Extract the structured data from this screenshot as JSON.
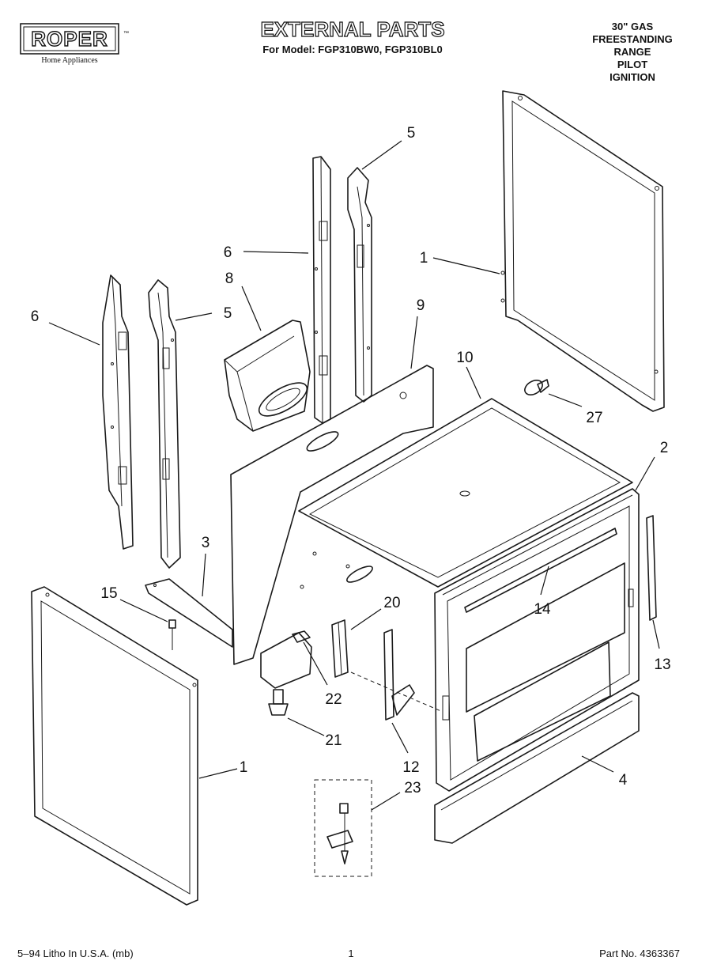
{
  "header": {
    "logo": "ROPER",
    "logo_subtitle": "Home Appliances",
    "title": "EXTERNAL PARTS",
    "subtitle": "For Model: FGP310BW0, FGP310BL0",
    "product_lines": [
      "30\" GAS",
      "FREESTANDING",
      "RANGE",
      "PILOT",
      "IGNITION"
    ]
  },
  "callouts": [
    {
      "id": "c5-top",
      "label": "5"
    },
    {
      "id": "c6-top",
      "label": "6"
    },
    {
      "id": "c1-top",
      "label": "1"
    },
    {
      "id": "c8",
      "label": "8"
    },
    {
      "id": "c9",
      "label": "9"
    },
    {
      "id": "c10",
      "label": "10"
    },
    {
      "id": "c6-left",
      "label": "6"
    },
    {
      "id": "c5-left",
      "label": "5"
    },
    {
      "id": "c27",
      "label": "27"
    },
    {
      "id": "c2",
      "label": "2"
    },
    {
      "id": "c3",
      "label": "3"
    },
    {
      "id": "c15",
      "label": "15"
    },
    {
      "id": "c20",
      "label": "20"
    },
    {
      "id": "c14",
      "label": "14"
    },
    {
      "id": "c13",
      "label": "13"
    },
    {
      "id": "c22",
      "label": "22"
    },
    {
      "id": "c21",
      "label": "21"
    },
    {
      "id": "c1-bottom",
      "label": "1"
    },
    {
      "id": "c12",
      "label": "12"
    },
    {
      "id": "c23",
      "label": "23"
    },
    {
      "id": "c4",
      "label": "4"
    }
  ],
  "footer": {
    "left": "5–94 Litho In U.S.A. (mb)",
    "center": "1",
    "right": "Part No. 4363367"
  }
}
